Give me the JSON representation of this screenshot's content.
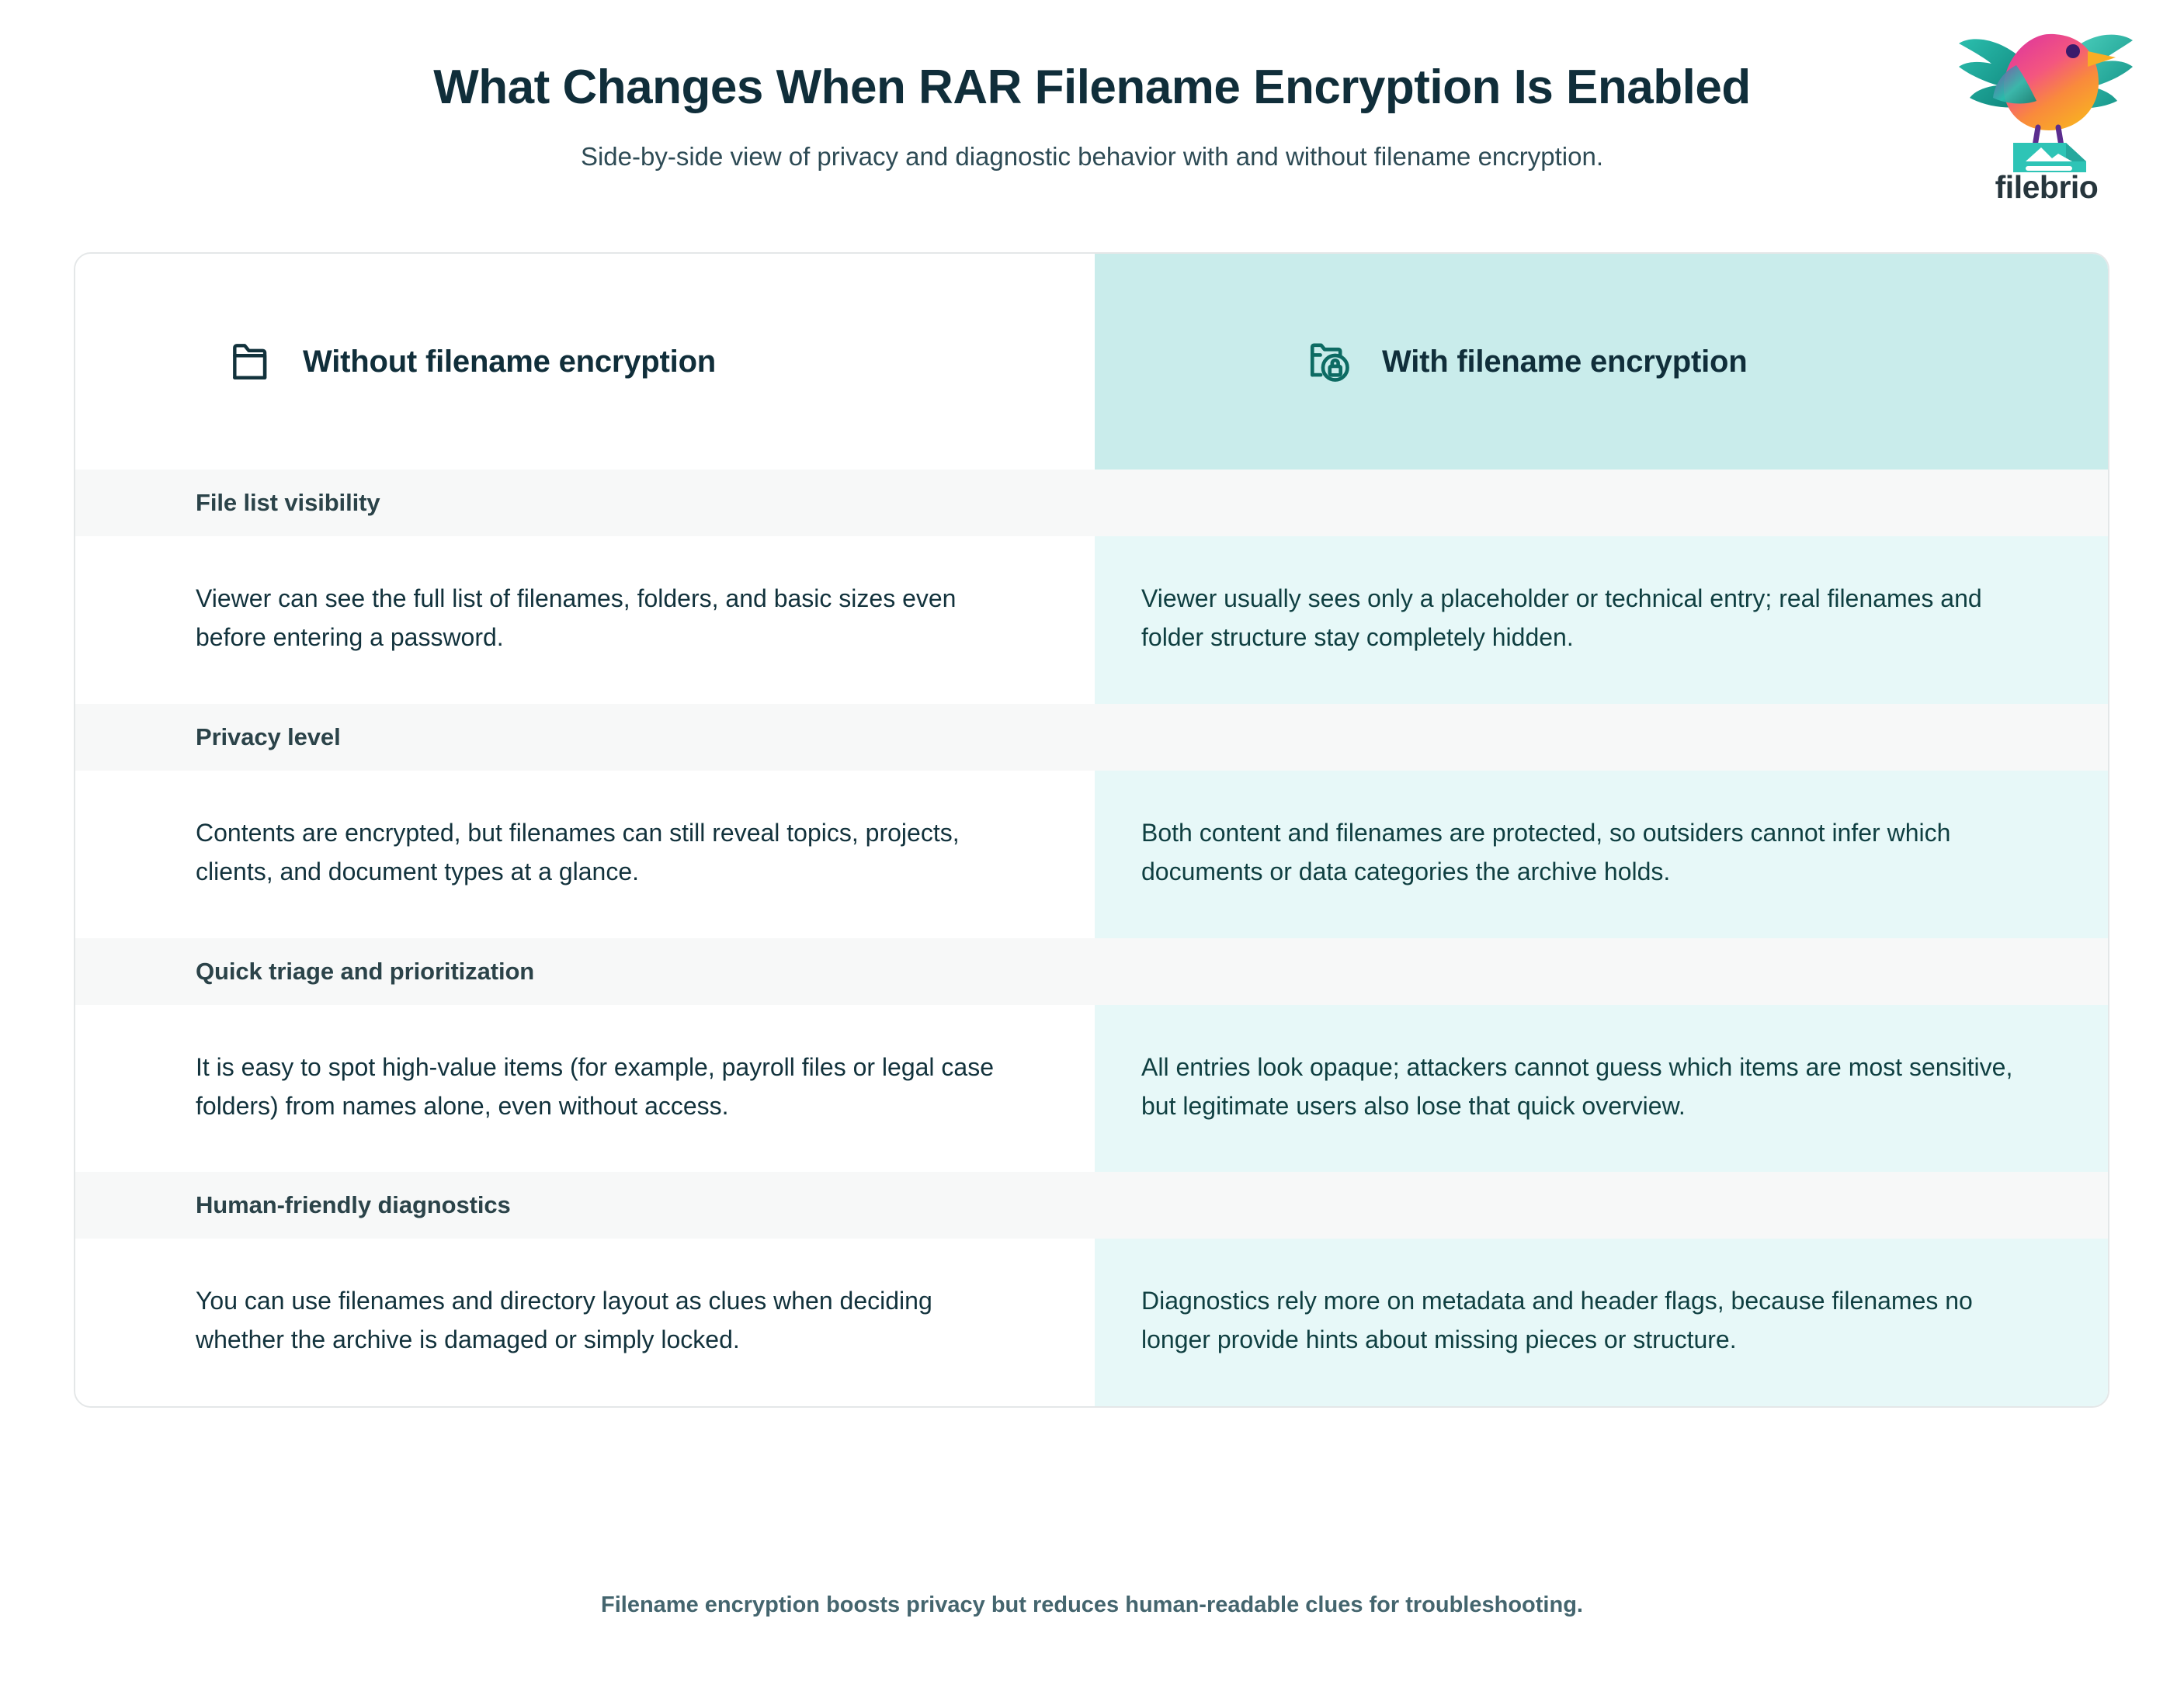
{
  "header": {
    "title": "What Changes When RAR Filename Encryption Is Enabled",
    "subtitle": "Side-by-side view of privacy and diagnostic behavior with and without filename encryption."
  },
  "brand": {
    "name": "filebrio",
    "logo_icon": "bird-on-file-icon",
    "colors": {
      "wing_teal": "#19a79a",
      "wing_teal_dark": "#0e8e86",
      "body_pink": "#ec4899",
      "body_orange": "#f59e0b",
      "file_teal": "#2ec4b6",
      "eye_purple": "#4c1d95",
      "wordmark": "#26353c"
    }
  },
  "table": {
    "columns": [
      {
        "id": "without",
        "label": "Without filename encryption",
        "icon": "folder-icon",
        "header_bg": "#ffffff",
        "cell_bg": "#ffffff",
        "icon_color": "#12323c"
      },
      {
        "id": "with",
        "label": "With filename encryption",
        "icon": "folder-lock-icon",
        "header_bg": "#c9eceb",
        "cell_bg": "#e7f8f8",
        "icon_color": "#0d6b63"
      }
    ],
    "sections": [
      {
        "label": "File list visibility",
        "without": "Viewer can see the full list of filenames, folders, and basic sizes even before entering a password.",
        "with": "Viewer usually sees only a placeholder or technical entry; real filenames and folder structure stay completely hidden."
      },
      {
        "label": "Privacy level",
        "without": "Contents are encrypted, but filenames can still reveal topics, projects, clients, and document types at a glance.",
        "with": "Both content and filenames are protected, so outsiders cannot infer which documents or data categories the archive holds."
      },
      {
        "label": "Quick triage and prioritization",
        "without": "It is easy to spot high-value items (for example, payroll files or legal case folders) from names alone, even without access.",
        "with": "All entries look opaque; attackers cannot guess which items are most sensitive, but legitimate users also lose that quick overview."
      },
      {
        "label": "Human-friendly diagnostics",
        "without": "You can use filenames and directory layout as clues when deciding whether the archive is damaged or simply locked.",
        "with": "Diagnostics rely more on metadata and header flags, because filenames no longer provide hints about missing pieces or structure."
      }
    ]
  },
  "footer": {
    "note": "Filename encryption boosts privacy but reduces human-readable clues for troubleshooting."
  },
  "theme": {
    "page_bg": "#ffffff",
    "card_border": "#e4e7e8",
    "section_strip_bg": "#f7f8f8",
    "title_color": "#102e3a",
    "body_text": "#12323c",
    "footer_text": "#44656e"
  }
}
